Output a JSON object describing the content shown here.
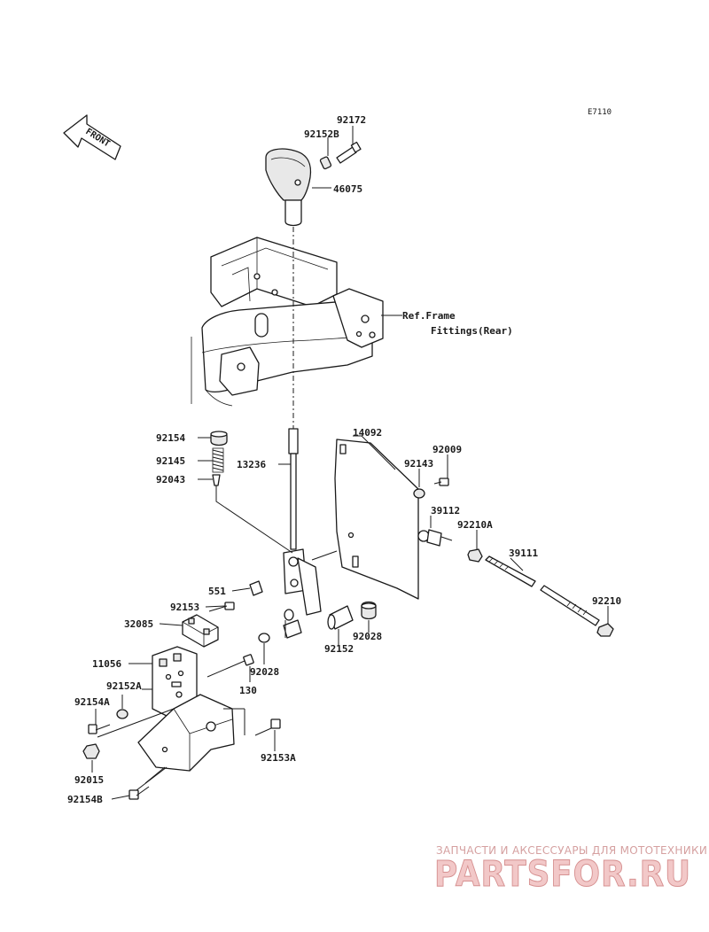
{
  "diagram_code": "E7110",
  "front_arrow_label": "FRONT",
  "ref_note": {
    "line1": "Ref.Frame",
    "line2": "Fittings(Rear)"
  },
  "labels": {
    "p92172": "92172",
    "p92152B": "92152B",
    "p46075": "46075",
    "p92154": "92154",
    "p92145": "92145",
    "p92043": "92043",
    "p13236": "13236",
    "p14092": "14092",
    "p92143": "92143",
    "p92009": "92009",
    "p39112": "39112",
    "p92210A": "92210A",
    "p39111": "39111",
    "p92210": "92210",
    "p551": "551",
    "p92153": "92153",
    "p32085": "32085",
    "p92028a": "92028",
    "p92152": "92152",
    "p11056": "11056",
    "p92028b": "92028",
    "p92152A": "92152A",
    "p130": "130",
    "p92154A": "92154A",
    "p92153A": "92153A",
    "p92015": "92015",
    "p92154B": "92154B"
  },
  "watermark": {
    "top": "ЗАПЧАСТИ И АКСЕССУАРЫ ДЛЯ МОТОТЕХНИКИ",
    "logo": "PARTSFOR.RU"
  }
}
